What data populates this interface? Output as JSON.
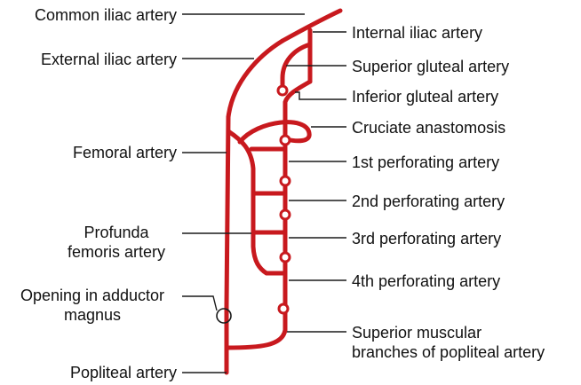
{
  "colors": {
    "artery": "#c8191e",
    "leader": "#1a1a1a",
    "background": "#ffffff",
    "text": "#111111"
  },
  "labels": {
    "common_iliac": "Common iliac artery",
    "external_iliac": "External iliac artery",
    "femoral": "Femoral artery",
    "profunda_line1": "Profunda",
    "profunda_line2": "femoris artery",
    "adductor_line1": "Opening in adductor",
    "adductor_line2": "magnus",
    "popliteal": "Popliteal artery",
    "internal_iliac": "Internal iliac artery",
    "superior_gluteal": "Superior gluteal artery",
    "inferior_gluteal": "Inferior gluteal artery",
    "cruciate": "Cruciate anastomosis",
    "perf1": "1st perforating artery",
    "perf2": "2nd perforating artery",
    "perf3": "3rd perforating artery",
    "perf4": "4th perforating artery",
    "sup_musc_line1": "Superior muscular",
    "sup_musc_line2": "branches of popliteal artery"
  }
}
